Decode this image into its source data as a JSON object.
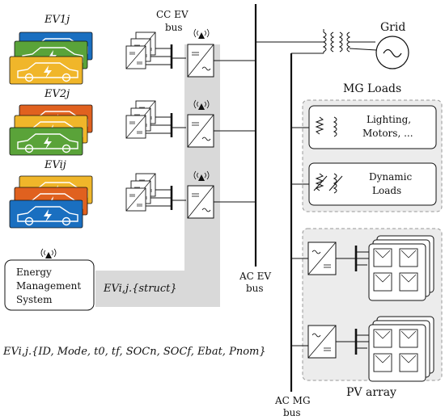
{
  "labels": {
    "ev_group_1": "EV1j",
    "ev_group_2": "EV2j",
    "ev_group_3": "EVij",
    "cc_ev_bus_line1": "CC EV",
    "cc_ev_bus_line2": "bus",
    "grid": "Grid",
    "mg_loads": "MG Loads",
    "load_1_line1": "Lighting,",
    "load_1_line2": "Motors, ...",
    "load_2_line1": "Dynamic",
    "load_2_line2": "Loads",
    "ems_line1": "Energy",
    "ems_line2": "Management",
    "ems_line3": "System",
    "ev_struct": "EVi,j.{struct}",
    "ac_ev_bus_line1": "AC EV",
    "ac_ev_bus_line2": "bus",
    "ev_fields": "EVi,j.{ID, Mode, t0, tf, SOCn, SOCf, Ebat, Pnom}",
    "pv_array": "PV array",
    "ac_mg_bus_line1": "AC MG",
    "ac_mg_bus_line2": "bus"
  },
  "colors": {
    "ev_blue": "#1a6fc0",
    "ev_green": "#5aa339",
    "ev_yellow": "#f0b62a",
    "ev_orange": "#e0611f",
    "comm_band": "#d9d9d9",
    "group_bg": "#ececec"
  }
}
